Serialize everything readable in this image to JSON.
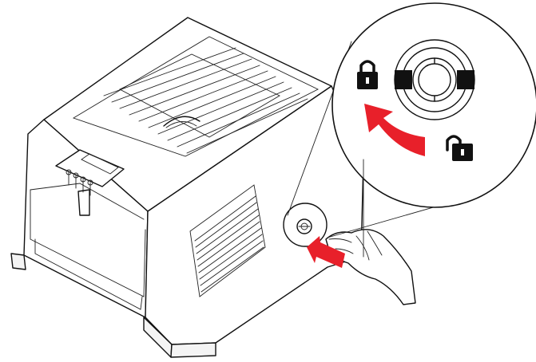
{
  "colors": {
    "line": "#111111",
    "arrow": "#e8202a",
    "background": "#ffffff"
  },
  "icons": {
    "locked": "padlock-closed",
    "unlocked": "padlock-open",
    "rotate_direction": "counterclockwise-arrow",
    "push_direction": "arrow-pointing-left"
  }
}
